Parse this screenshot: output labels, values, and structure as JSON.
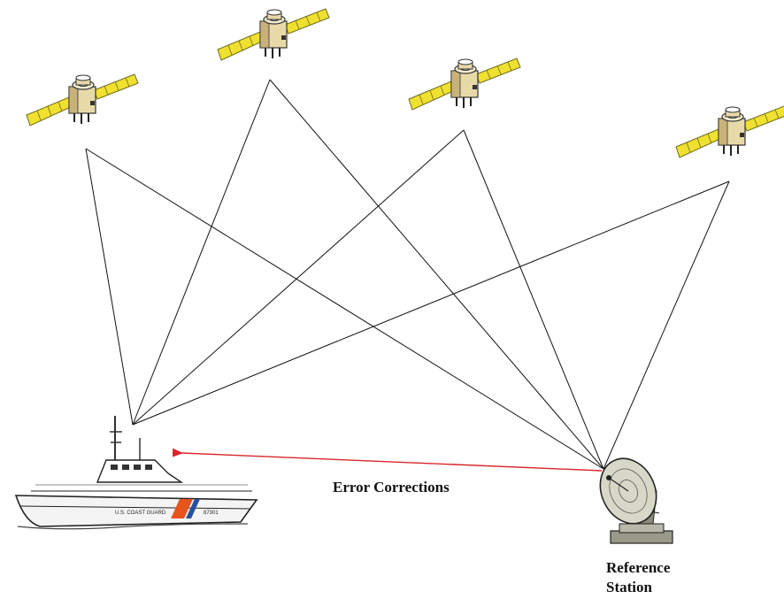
{
  "labels": {
    "error_corrections": "Error Corrections",
    "reference_line1": "Reference",
    "reference_line2": "Station"
  },
  "ship": {
    "hull_text": "U.S. COAST GUARD",
    "hull_number": "87301"
  },
  "colors": {
    "signal_lines": "#111111",
    "correction_arrow": "#d9262b",
    "solar_panel": "#f0e030",
    "solar_panel_edge": "#6b6b1a",
    "satellite_body": "#e8d9a8",
    "coast_guard_stripe": "#e8541e",
    "coast_guard_stripe_blue": "#2a4fa0"
  },
  "icons": {
    "satellite": "satellite-icon",
    "ship": "coast-guard-boat-icon",
    "station": "satellite-dish-icon"
  }
}
